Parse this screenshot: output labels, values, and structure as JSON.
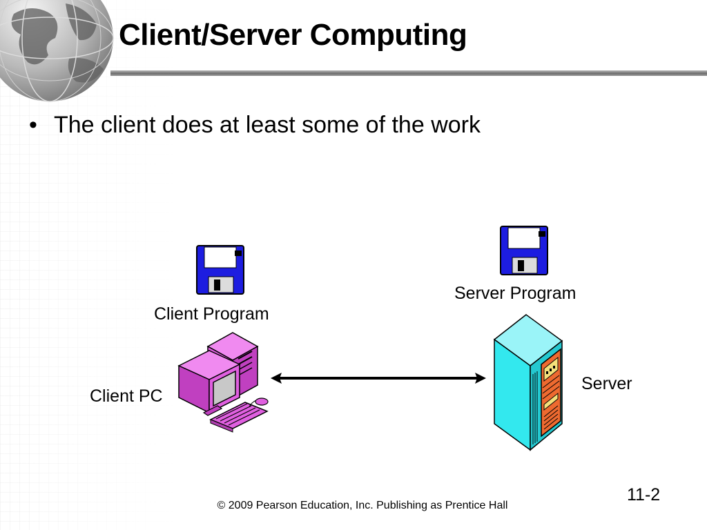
{
  "slide": {
    "title": "Client/Server Computing",
    "bullet": "The client does at least some of the work",
    "bullet_marker": "•",
    "page_number": "11-2",
    "footer": "© 2009 Pearson Education, Inc.  Publishing as Prentice Hall"
  },
  "diagram": {
    "client_program_label": "Client Program",
    "server_program_label": "Server Program",
    "client_pc_label": "Client PC",
    "server_label": "Server",
    "colors": {
      "disk": "#1d1de0",
      "client_pc": "#e060e0",
      "server_body": "#33e8ee",
      "server_panel": "#ee6a30",
      "arrow": "#000000"
    }
  },
  "icons": [
    "globe-icon",
    "floppy-disk-icon",
    "desktop-computer-icon",
    "server-tower-icon",
    "double-arrow-icon"
  ]
}
